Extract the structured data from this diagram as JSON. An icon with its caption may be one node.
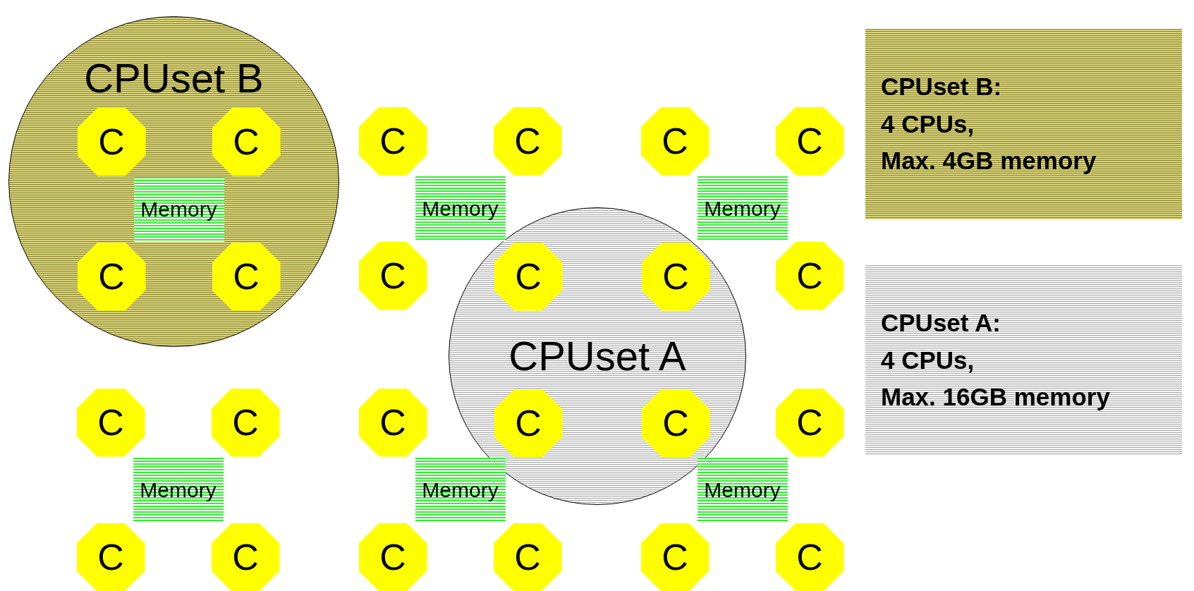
{
  "diagram": {
    "nodes": [
      {
        "text": [
          "CPUset B"
        ]
      },
      {
        "text": [
          "C"
        ],
        "in": 0
      },
      {
        "text": [
          "C"
        ],
        "in": 0
      },
      {
        "text": [
          "Memory"
        ],
        "in": 0
      },
      {
        "text": [
          "C"
        ],
        "in": 0
      },
      {
        "text": [
          "C"
        ],
        "in": 0
      },
      {
        "text": [
          "CPUset A"
        ]
      },
      {
        "text": [
          "CPUset B:",
          "4 CPUs,",
          "Max. 4GB memory"
        ]
      },
      {
        "text": [
          "CPUset A:",
          "4 CPUs,",
          "Max. 16GB memory"
        ]
      },
      {
        "text": [
          "C"
        ]
      },
      {
        "text": [
          "C"
        ]
      },
      {
        "text": [
          "Memory"
        ]
      },
      {
        "text": [
          "C"
        ]
      },
      {
        "text": [
          "C"
        ],
        "in": 6
      },
      {
        "text": [
          "C"
        ]
      },
      {
        "text": [
          "C"
        ]
      },
      {
        "text": [
          "Memory"
        ]
      },
      {
        "text": [
          "C"
        ],
        "in": 6
      },
      {
        "text": [
          "C"
        ]
      },
      {
        "text": [
          "C"
        ]
      },
      {
        "text": [
          "C"
        ]
      },
      {
        "text": [
          "Memory"
        ]
      },
      {
        "text": [
          "C"
        ]
      },
      {
        "text": [
          "C"
        ]
      },
      {
        "text": [
          "C"
        ]
      },
      {
        "text": [
          "C"
        ],
        "in": 6
      },
      {
        "text": [
          "Memory"
        ]
      },
      {
        "text": [
          "C"
        ]
      },
      {
        "text": [
          "C"
        ]
      },
      {
        "text": [
          "C"
        ],
        "in": 6
      },
      {
        "text": [
          "C"
        ]
      },
      {
        "text": [
          "Memory"
        ]
      },
      {
        "text": [
          "C"
        ]
      },
      {
        "text": [
          "C"
        ]
      }
    ]
  }
}
